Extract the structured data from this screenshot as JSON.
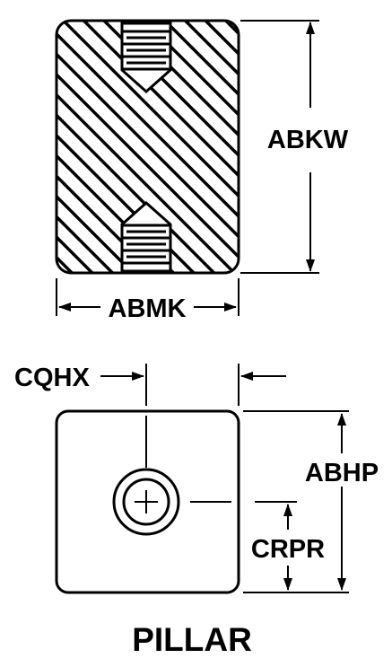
{
  "drawing": {
    "caption": "PILLAR",
    "dimensions": {
      "height_side": "ABKW",
      "width_side": "ABMK",
      "hole_offset_x": "CQHX",
      "height_end": "ABHP",
      "hole_offset_y": "CRPR"
    }
  },
  "colors": {
    "ink": "#000000",
    "paper": "#ffffff"
  }
}
